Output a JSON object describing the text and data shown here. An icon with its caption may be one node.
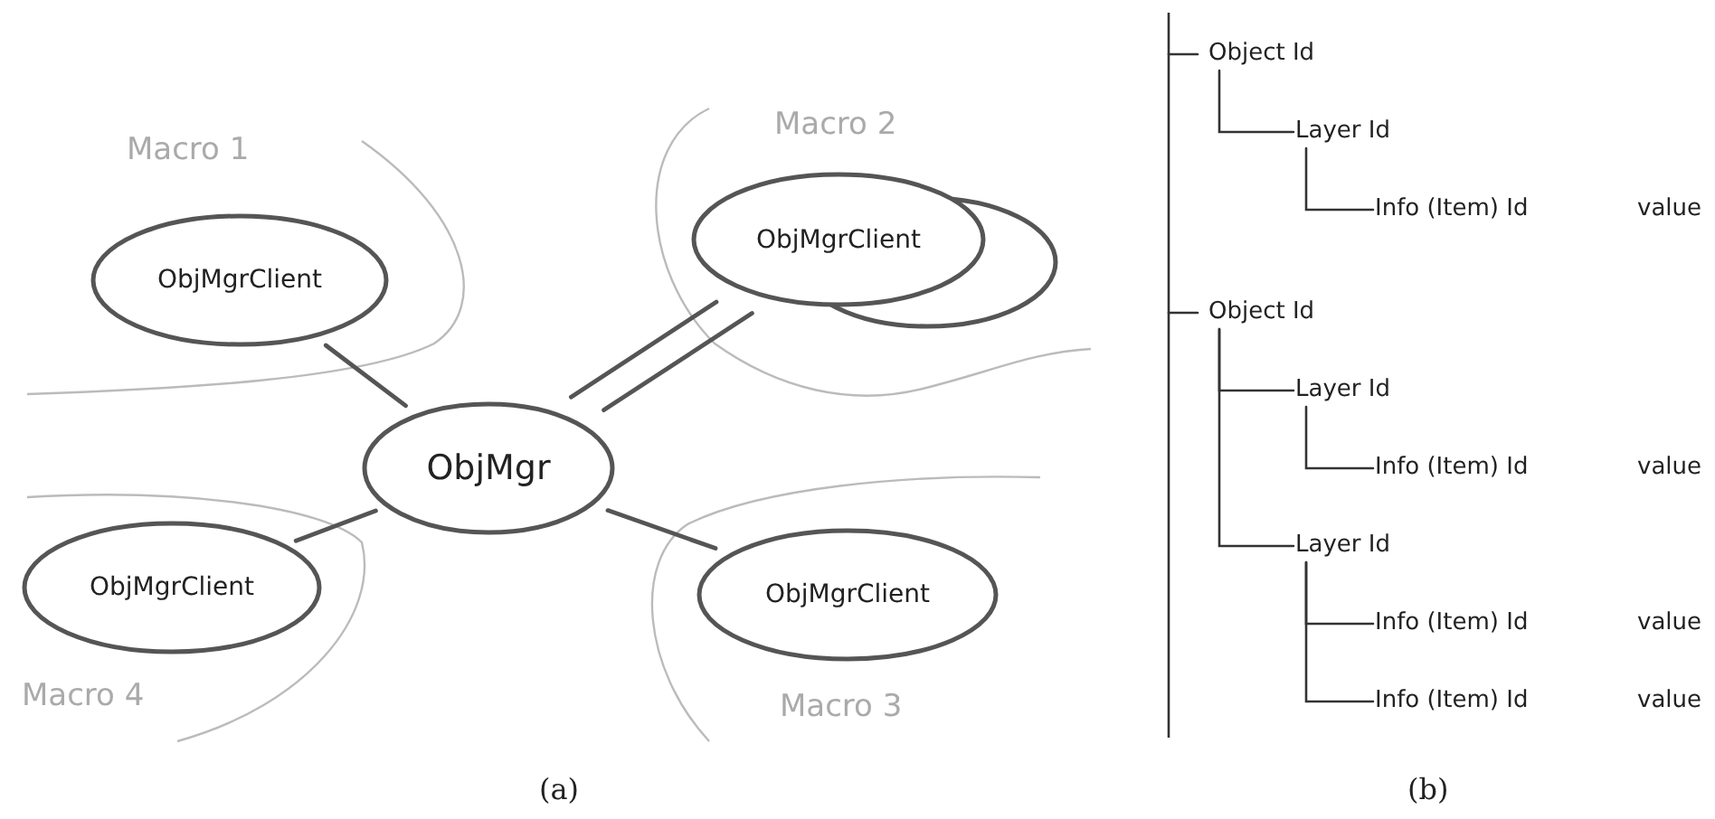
{
  "diagram": {
    "nodes": [
      {
        "text": [
          "ObjMgrClient"
        ]
      },
      {
        "text": [
          "ObjMgrClient"
        ]
      },
      {
        "text": [
          "ObjMgr"
        ]
      },
      {
        "text": [
          "ObjMgrClient"
        ]
      },
      {
        "text": [
          "ObjMgrClient"
        ]
      },
      {
        "text": [
          "Object Id"
        ]
      },
      {
        "text": [
          "Layer Id"
        ]
      },
      {
        "text": [
          "Info (Item) Id"
        ]
      },
      {
        "text": [
          "Object Id"
        ]
      },
      {
        "text": [
          "Layer Id"
        ]
      },
      {
        "text": [
          "Info (Item) Id"
        ]
      },
      {
        "text": [
          "Layer Id"
        ]
      },
      {
        "text": [
          "Info (Item) Id"
        ]
      },
      {
        "text": [
          "Info (Item) Id"
        ]
      }
    ],
    "edges": [
      {
        "from": 0,
        "to": 2,
        "arrow": "none"
      },
      {
        "from": 1,
        "to": 2,
        "arrow": "none"
      },
      {
        "from": 1,
        "to": 2,
        "arrow": "none"
      },
      {
        "from": 2,
        "to": 3,
        "arrow": "none"
      },
      {
        "from": 2,
        "to": 4,
        "arrow": "none"
      },
      {
        "from": null,
        "to": 5,
        "arrow": "none"
      },
      {
        "from": 5,
        "to": 6,
        "arrow": "none"
      },
      {
        "from": 6,
        "to": 7,
        "arrow": "none"
      },
      {
        "from": null,
        "to": 8,
        "arrow": "none"
      },
      {
        "from": 8,
        "to": 9,
        "arrow": "none"
      },
      {
        "from": 9,
        "to": 10,
        "arrow": "none"
      },
      {
        "from": 8,
        "to": 11,
        "arrow": "none"
      },
      {
        "from": 11,
        "to": 12,
        "arrow": "none"
      },
      {
        "from": 11,
        "to": 13,
        "arrow": "none"
      }
    ],
    "labels": [
      "Macro 1",
      "Macro 2",
      "value",
      "value",
      "value",
      "value",
      "Macro 4",
      "Macro 3",
      "(a)",
      "(b)"
    ]
  }
}
